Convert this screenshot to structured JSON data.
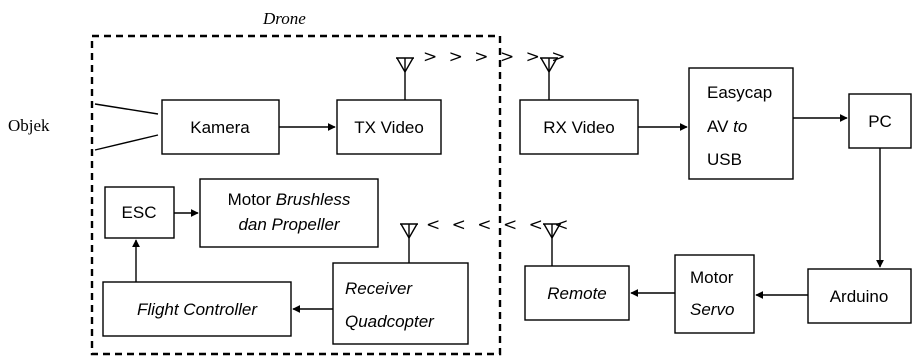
{
  "drone_label": "Drone",
  "object_label": "Objek",
  "blocks": {
    "kamera": "Kamera",
    "tx_video": "TX Video",
    "rx_video": "RX Video",
    "easycap": [
      "Easycap",
      "AV to",
      "USB"
    ],
    "pc": "PC",
    "esc": "ESC",
    "motor_brushless": [
      "Motor Brushless",
      "dan Propeller"
    ],
    "flight_controller": "Flight Controller",
    "receiver": [
      "Receiver",
      "Quadcopter"
    ],
    "remote": "Remote",
    "motor_servo": [
      "Motor",
      "Servo"
    ],
    "arduino": "Arduino"
  },
  "video_link_symbol": "> > > > > >",
  "control_link_symbol": "< < < < < <"
}
